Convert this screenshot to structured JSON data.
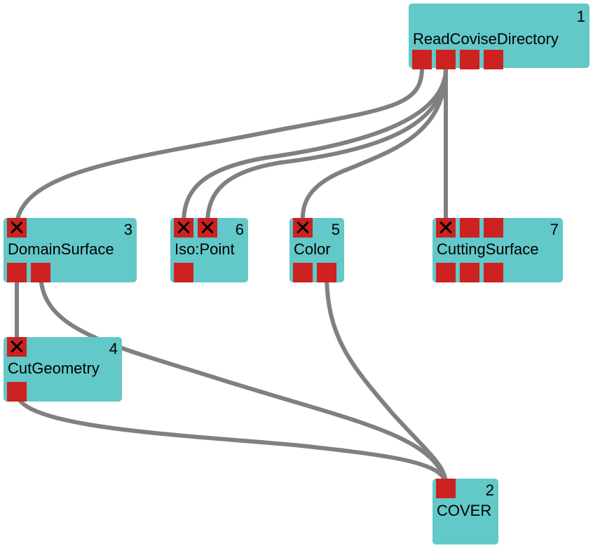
{
  "colors": {
    "module_fill": "#62c8c8",
    "port_fill": "#cc2222",
    "wire": "#808080",
    "background": "#ffffff"
  },
  "modules": [
    {
      "id": "read",
      "name": "ReadCoviseDirectory",
      "number": "1"
    },
    {
      "id": "domain",
      "name": "DomainSurface",
      "number": "3"
    },
    {
      "id": "iso",
      "name": "Iso:Point",
      "number": "6"
    },
    {
      "id": "color",
      "name": "Color",
      "number": "5"
    },
    {
      "id": "cutting",
      "name": "CuttingSurface",
      "number": "7"
    },
    {
      "id": "cutgeo",
      "name": "CutGeometry",
      "number": "4"
    },
    {
      "id": "cover",
      "name": "COVER",
      "number": "2"
    }
  ],
  "connections": [
    {
      "from": "ReadCoviseDirectory.out1",
      "to": "DomainSurface.in1"
    },
    {
      "from": "ReadCoviseDirectory.out2",
      "to": "Iso:Point.in1"
    },
    {
      "from": "ReadCoviseDirectory.out2",
      "to": "Iso:Point.in2"
    },
    {
      "from": "ReadCoviseDirectory.out2",
      "to": "Color.in1"
    },
    {
      "from": "ReadCoviseDirectory.out2",
      "to": "CuttingSurface.in1"
    },
    {
      "from": "DomainSurface.out1",
      "to": "CutGeometry.in1"
    },
    {
      "from": "DomainSurface.out2",
      "to": "COVER.in1"
    },
    {
      "from": "CutGeometry.out1",
      "to": "COVER.in1"
    },
    {
      "from": "Color.out2",
      "to": "COVER.in1"
    }
  ]
}
